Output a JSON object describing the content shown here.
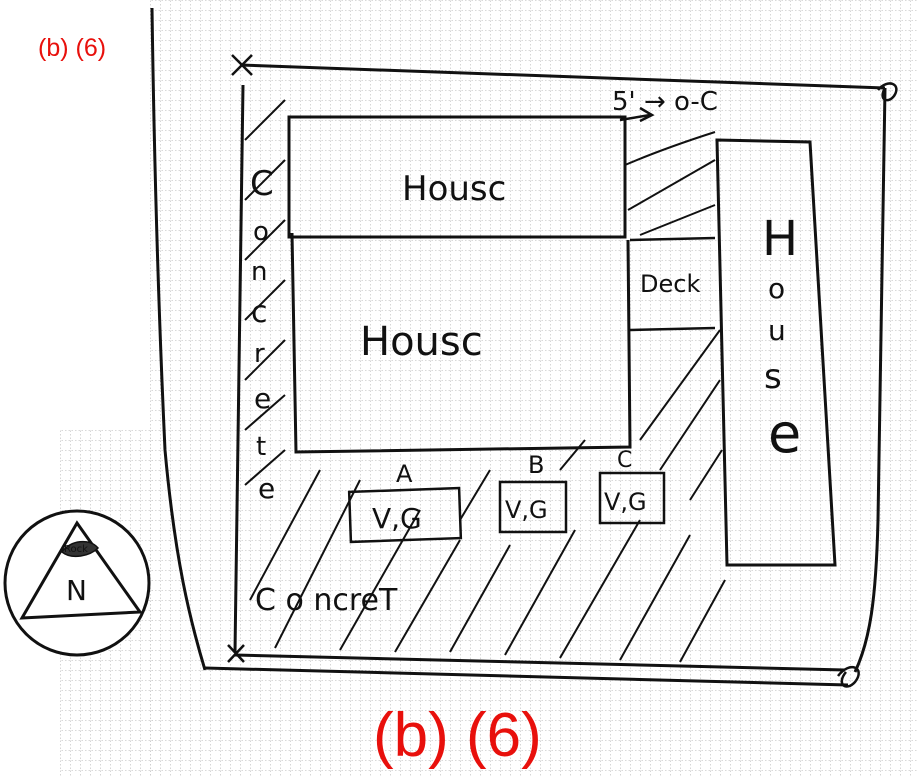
{
  "labels": {
    "top_label": "(b) (6)",
    "bottom_label": "(b) (6)"
  },
  "sketch": {
    "house_top": "Housϲ",
    "house_middle": "Housc",
    "house_right_letters": [
      "H",
      "o",
      "u",
      "s",
      "e"
    ],
    "deck": "Deck",
    "vg_boxes": [
      "V,G",
      "V,G",
      "V,G"
    ],
    "concrete_vertical_letters": [
      "C",
      "o",
      "n",
      "c",
      "r",
      "e",
      "t",
      "e"
    ],
    "concrete_bottom": "C  o  ncreT",
    "markers": [
      "A",
      "B",
      "C"
    ],
    "arrow_label": "5' → o-C",
    "compass_letter": "N",
    "compass_tip_text": "Rock"
  },
  "colors": {
    "ink": "#111111",
    "redaction_label": "#e8100c",
    "grid": "#9a9a9a"
  }
}
